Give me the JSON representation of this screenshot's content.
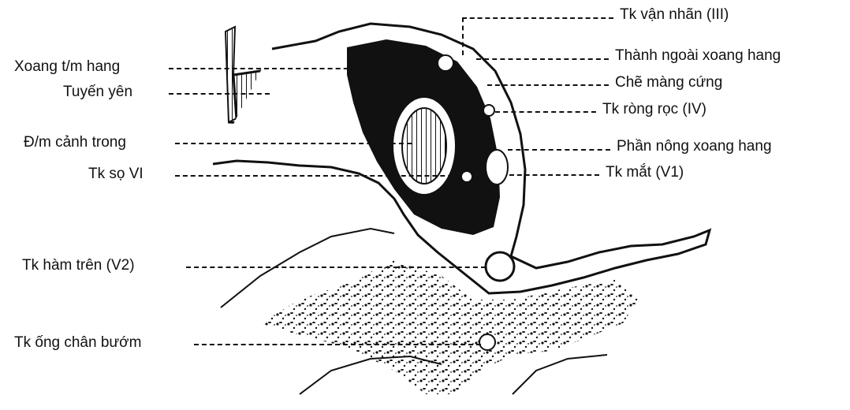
{
  "labels_left": {
    "xoang_tm_hang": "Xoang t/m hang",
    "tuyen_yen": "Tuyến yên",
    "dm_canh_trong": "Đ/m cảnh trong",
    "tk_so_vi": "Tk sọ VI",
    "tk_ham_tren": "Tk hàm trên (V2)",
    "tk_ong_chan_buom": "Tk ống chân bướm"
  },
  "labels_right": {
    "tk_van_nhan": "Tk vận nhãn (III)",
    "thanh_ngoai": "Thành ngoài xoang hang",
    "che_mang_cung": "Chẽ màng cứng",
    "tk_rong_roc": "Tk ròng rọc (IV)",
    "phan_nong": "Phần nông xoang hang",
    "tk_mat": "Tk mắt (V1)"
  },
  "colors": {
    "ink": "#111111",
    "paper": "#ffffff"
  }
}
